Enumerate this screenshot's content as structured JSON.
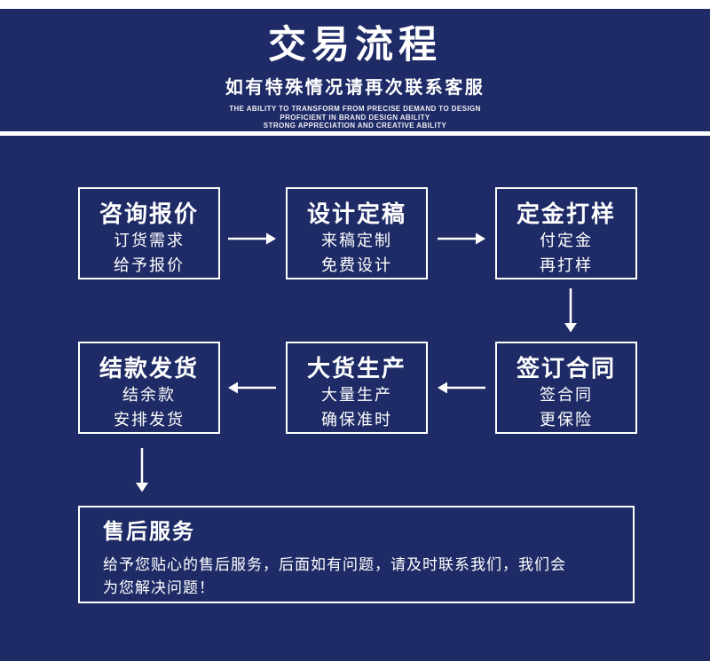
{
  "colors": {
    "navy": "#1f2b66",
    "white": "#ffffff"
  },
  "header": {
    "title": "交易流程",
    "subtitle": "如有特殊情况请再次联系客服",
    "tagline_lines": [
      "THE ABILITY TO TRANSFORM FROM PRECISE DEMAND TO DESIGN",
      "PROFICIENT IN BRAND DESIGN ABILITY",
      "STRONG APPRECIATION AND CREATIVE ABILITY"
    ]
  },
  "flow": {
    "steps": [
      {
        "title": "咨询报价",
        "line1": "订货需求",
        "line2": "给予报价"
      },
      {
        "title": "设计定稿",
        "line1": "来稿定制",
        "line2": "免费设计"
      },
      {
        "title": "定金打样",
        "line1": "付定金",
        "line2": "再打样"
      },
      {
        "title": "签订合同",
        "line1": "签合同",
        "line2": "更保险"
      },
      {
        "title": "大货生产",
        "line1": "大量生产",
        "line2": "确保准时"
      },
      {
        "title": "结款发货",
        "line1": "结余款",
        "line2": "安排发货"
      }
    ]
  },
  "after_sales": {
    "title": "售后服务",
    "description_lines": [
      "给予您贴心的售后服务，后面如有问题，请及时联系我们，我们会",
      "为您解决问题！"
    ]
  }
}
